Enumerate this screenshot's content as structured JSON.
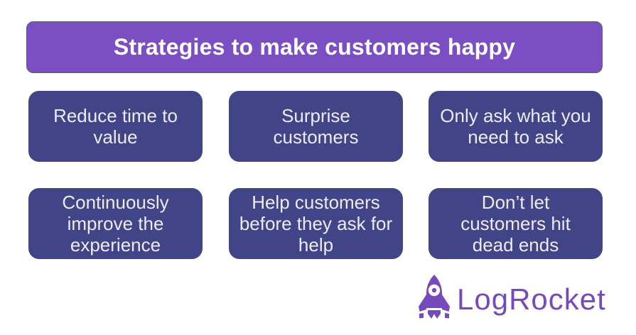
{
  "title_banner": {
    "text": "Strategies to make customers happy"
  },
  "cards": [
    {
      "label": "Reduce time to\nvalue"
    },
    {
      "label": "Surprise\ncustomers"
    },
    {
      "label": "Only ask what you\nneed to ask"
    },
    {
      "label": "Continuously\nimprove the\nexperience"
    },
    {
      "label": "Help customers\nbefore they ask for\nhelp"
    },
    {
      "label": "Don’t let\ncustomers hit\ndead ends"
    }
  ],
  "logo": {
    "text": "LogRocket"
  },
  "colors": {
    "page_bg": "#ffffff",
    "banner_fill": "#7b4ec4",
    "banner_border": "#5e5e5e",
    "banner_text": "#ffffff",
    "card_fill": "#414487",
    "card_text": "#edebf5",
    "logo_purple": "#764abc",
    "window_white": "#ffffff"
  }
}
